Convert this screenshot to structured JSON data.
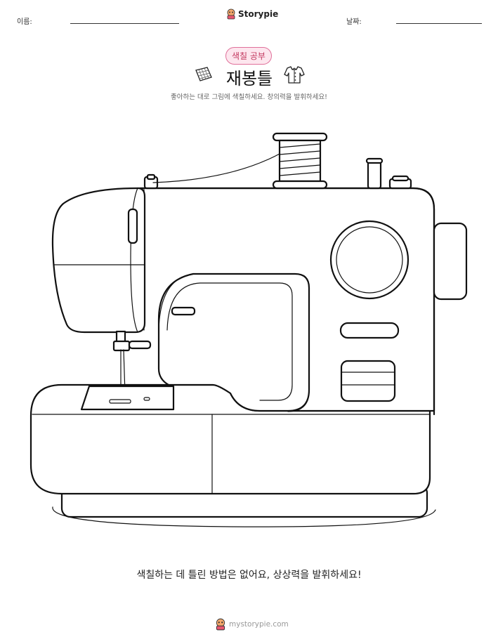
{
  "header": {
    "name_label": "이름:",
    "date_label": "날짜:",
    "brand": "Storypie"
  },
  "worksheet": {
    "badge": "색칠 공부",
    "title": "재봉틀",
    "subtitle": "좋아하는 대로 그림에 색칠하세요. 창의력을 발휘하세요!",
    "title_left_icon": "fabric-icon",
    "title_right_icon": "shirt-icon",
    "illustration": "sewing-machine-coloring-outline"
  },
  "footer": {
    "message": "색칠하는 데 틀린 방법은 없어요, 상상력을 발휘하세요!",
    "url": "mystorypie.com"
  },
  "colors": {
    "badge_border": "#e0709a",
    "badge_fill": "#fde6ee",
    "badge_text": "#c2385f",
    "line": "#111111"
  }
}
